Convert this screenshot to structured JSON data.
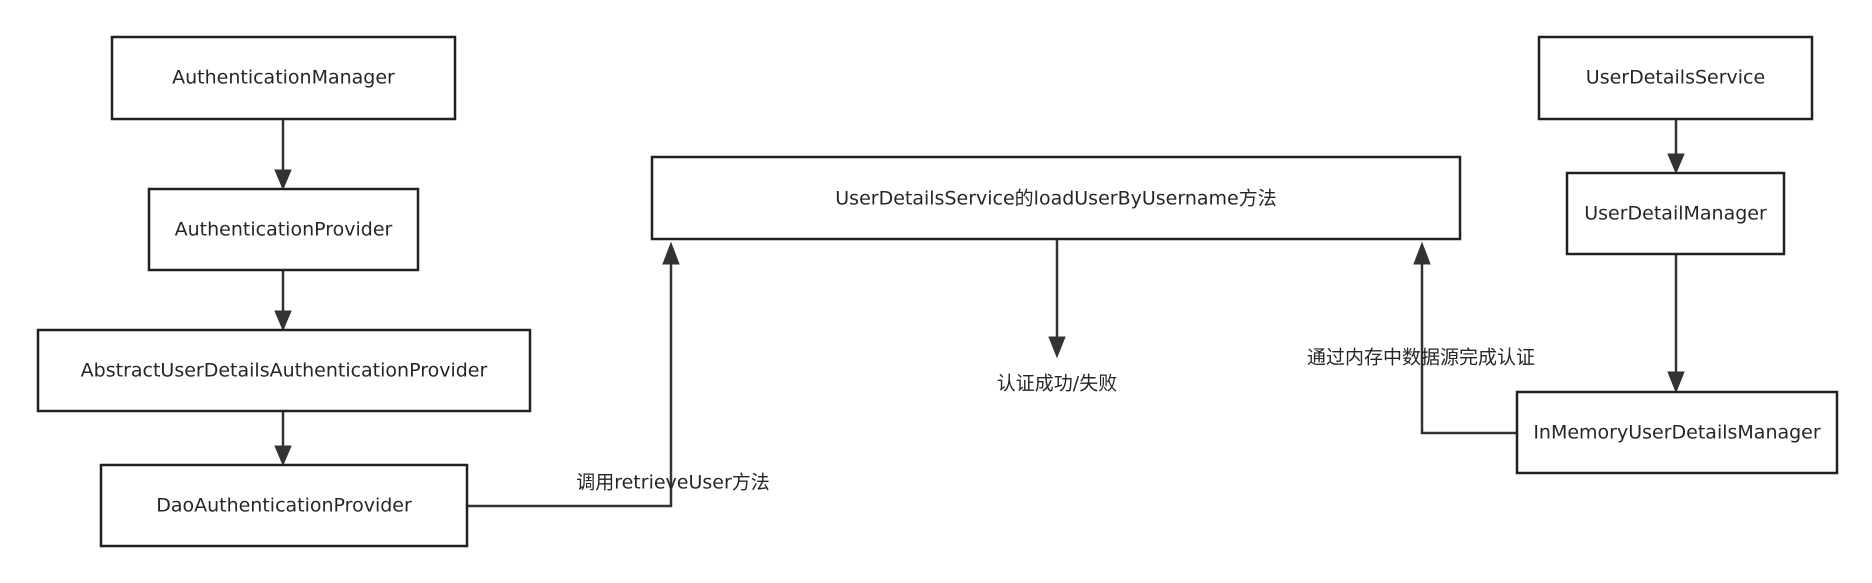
{
  "diagram": {
    "nodes": {
      "auth_manager": "AuthenticationManager",
      "auth_provider": "AuthenticationProvider",
      "abstract_provider": "AbstractUserDetailsAuthenticationProvider",
      "dao_provider": "DaoAuthenticationProvider",
      "load_user_method": "UserDetailsService的loadUserByUsername方法",
      "user_details_service": "UserDetailsService",
      "user_detail_manager": "UserDetailManager",
      "in_memory_manager": "InMemoryUserDetailsManager"
    },
    "edge_labels": {
      "retrieve_user": "调用retrieveUser方法",
      "in_memory_auth": "通过内存中数据源完成认证"
    },
    "result_text": "认证成功/失败"
  }
}
